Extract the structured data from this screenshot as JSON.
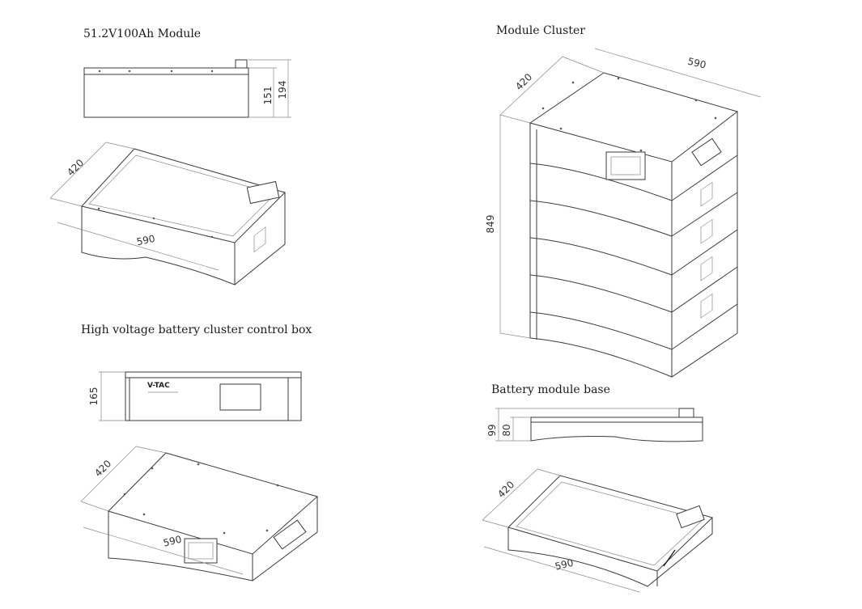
{
  "titles": {
    "module": "51.2V100Ah   Module",
    "cluster": "Module Cluster",
    "control_box": "High voltage battery cluster control box",
    "base": "Battery module base"
  },
  "dimensions": {
    "module_depth": "420",
    "module_width": "590",
    "module_height_body": "151",
    "module_height_total": "194",
    "cluster_depth": "420",
    "cluster_width": "590",
    "cluster_height": "849",
    "control_height": "165",
    "control_depth": "420",
    "control_width": "590",
    "base_height_total": "99",
    "base_height_body": "80",
    "base_depth": "420",
    "base_width": "590"
  },
  "brand": {
    "logo": "V-TAC"
  }
}
